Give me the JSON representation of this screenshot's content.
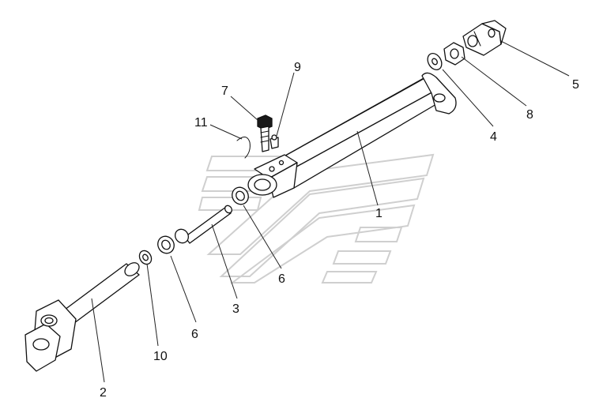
{
  "callouts": [
    {
      "id": "p1",
      "label": "1"
    },
    {
      "id": "p2",
      "label": "2"
    },
    {
      "id": "p3",
      "label": "3"
    },
    {
      "id": "p4",
      "label": "4"
    },
    {
      "id": "p5",
      "label": "5"
    },
    {
      "id": "p6a",
      "label": "6"
    },
    {
      "id": "p6b",
      "label": "6"
    },
    {
      "id": "p7",
      "label": "7"
    },
    {
      "id": "p8",
      "label": "8"
    },
    {
      "id": "p9",
      "label": "9"
    },
    {
      "id": "p10",
      "label": "10"
    },
    {
      "id": "p11",
      "label": "11"
    }
  ],
  "colors": {
    "line": "#111111",
    "watermark": "#cfcfcf",
    "background": "#ffffff"
  }
}
